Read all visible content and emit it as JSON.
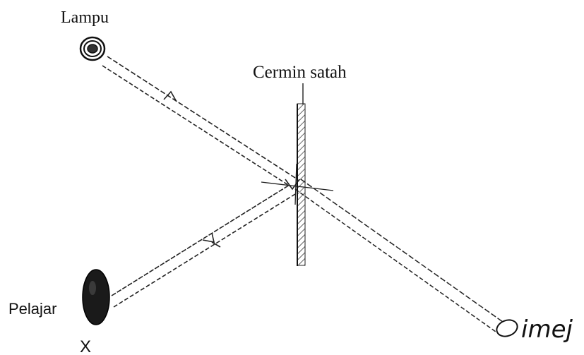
{
  "labels": {
    "lamp": "Lampu",
    "mirror": "Cermin satah",
    "student": "Pelajar",
    "student_marker": "X",
    "image": "imej"
  },
  "colors": {
    "ink": "#111111",
    "background": "#ffffff"
  },
  "icons": {
    "lamp": "lamp-icon",
    "student": "student-eye-icon",
    "image": "image-point-icon",
    "mirror": "plane-mirror-icon"
  }
}
